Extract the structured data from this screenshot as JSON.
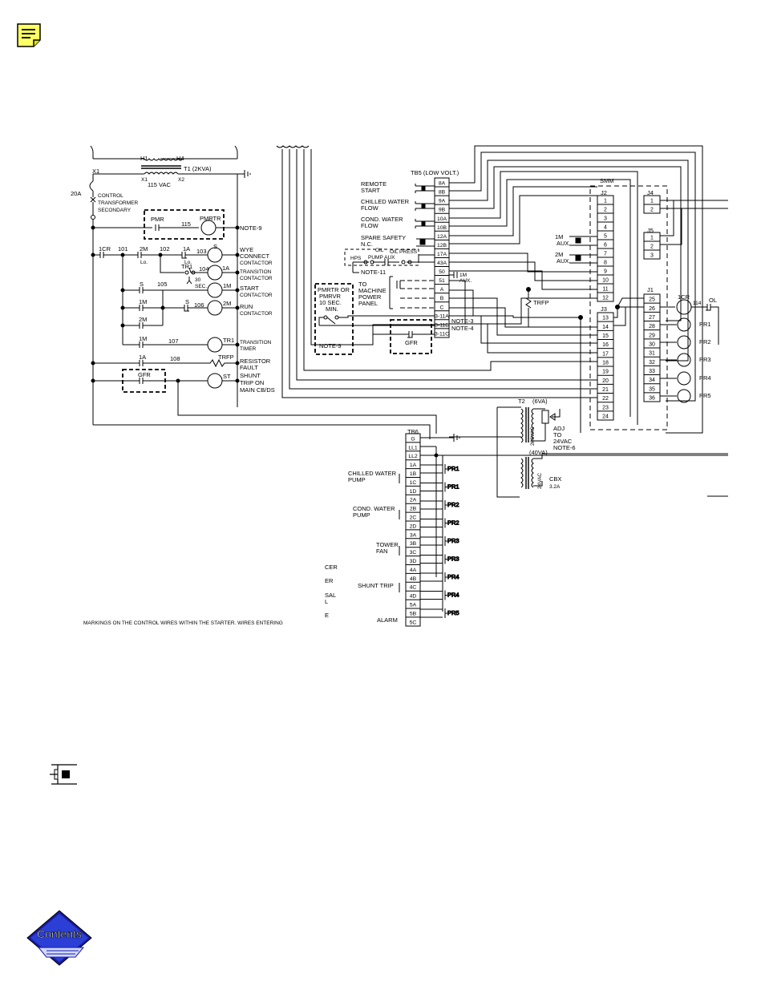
{
  "page": {
    "title": ""
  },
  "icons": {
    "note": "note-icon",
    "contents": "contents-diamond-icon",
    "legend": "terminal-symbol-icon"
  },
  "contents_button": {
    "label": "Contents"
  },
  "schematic": {
    "transformer": {
      "h1": "H1",
      "h4": "H4",
      "t1": "T1 (2KVA)",
      "x1_top": "X1",
      "x1": "X1",
      "x2": "X2",
      "volt": "115 VAC"
    },
    "fuse": "20A",
    "secondary_label": [
      "CONTROL",
      "TRANSFORMER",
      "SECONDARY"
    ],
    "pmr_box": {
      "pmr": "PMR",
      "n115": "115",
      "pmrtr": "PMRTR"
    },
    "note9": "NOTE-9",
    "rungs": {
      "cr1": "1CR",
      "n101": "101",
      "m2_lo": "2M",
      "lo1": "Lo.",
      "n102": "102",
      "a1": "1A",
      "lo2": "Lo.",
      "n103": "103",
      "s": "S",
      "tr1": "TR1",
      "n104": "104",
      "a1b": "1A",
      "sec30": "30",
      "sec": "SEC.",
      "s2": "S",
      "n105": "105",
      "m1": "1M",
      "m1b": "1M",
      "s3": "S",
      "n106": "106",
      "m2": "2M",
      "m2b": "2M",
      "m1c": "1M",
      "n107": "107",
      "tr1b": "TR1",
      "a1c": "1A",
      "n108": "108",
      "trfp": "TRFP",
      "gfr": "GFR",
      "st": "ST"
    },
    "coil_labels": {
      "wye": [
        "WYE",
        "CONNECT",
        "CONTACTOR"
      ],
      "transition": [
        "TRANSITION",
        "CONTACTOR"
      ],
      "start": [
        "START",
        "CONTACTOR"
      ],
      "run": [
        "RUN",
        "CONTACTOR"
      ],
      "timer": [
        "TRANSITION",
        "TIMER"
      ],
      "resistor": [
        "RESISTOR",
        "FAULT"
      ],
      "shunt": [
        "SHUNT",
        "TRIP ON",
        "MAIN CB/DS"
      ]
    },
    "tb5": {
      "title": "TB5 (LOW VOLT.)",
      "terminals": [
        "8A",
        "8B",
        "9A",
        "9B",
        "10A",
        "10B",
        "12A",
        "12B",
        "17A",
        "43A",
        "50",
        "51",
        "A",
        "B",
        "C",
        "3-11A",
        "3-11B",
        "3-11C"
      ],
      "inputs": [
        [
          "REMOTE",
          "START"
        ],
        [
          "CHILLED WATER",
          "FLOW"
        ],
        [
          "COND. WATER",
          "FLOW"
        ],
        [
          "SPARE SAFETY",
          "N.C."
        ]
      ],
      "hps": "HPS",
      "oil_pump_aux": [
        "OIL",
        "PUMP AUX"
      ],
      "oil_press": "OIL PRESS",
      "note11": "NOTE-11",
      "machine": [
        "TO",
        "MACHINE",
        "POWER",
        "PANEL"
      ],
      "m1aux": [
        "1M",
        "AUX."
      ],
      "note3": "NOTE-3",
      "note4": "NOTE-4",
      "trfp": "TRFP",
      "gfr": "GFR"
    },
    "pmrtr_box": {
      "lines": [
        "PMRTR OR",
        "PMRVR",
        "10 SEC.",
        "MIN."
      ],
      "note": "NOTE-9"
    },
    "smm": {
      "title": "SMM",
      "j2": "J2",
      "j2_pins": [
        "1",
        "2",
        "3",
        "4",
        "5",
        "6",
        "7",
        "8",
        "9",
        "10",
        "11",
        "12"
      ],
      "j3": "J3",
      "j3_pins": [
        "13",
        "14",
        "15",
        "16",
        "17",
        "18",
        "19",
        "20",
        "21",
        "22",
        "23",
        "24"
      ],
      "j4": "J4",
      "j4_pins": [
        "1",
        "2"
      ],
      "j5": "J5",
      "j5_pins": [
        "1",
        "2",
        "3"
      ],
      "j1": "J1",
      "j1_pins": [
        "25",
        "26",
        "27",
        "28",
        "29",
        "30",
        "31",
        "32",
        "33",
        "34",
        "35",
        "36"
      ],
      "aux1": [
        "1M",
        "AUX."
      ],
      "aux2": [
        "2M",
        "AUX."
      ],
      "cr1": "1CR",
      "n114": "114",
      "ol": "OL",
      "relays": [
        "PR1",
        "PR2",
        "PR3",
        "PR4",
        "PR5"
      ]
    },
    "t2": {
      "label": "T2",
      "va6": "(6VA)",
      "vac208": "208VAC",
      "adj": [
        "ADJ",
        "TO",
        "24VAC",
        "NOTE-6"
      ],
      "va40": "(40VA)",
      "vac24": "24VAC",
      "cbx": "CBX",
      "amp": "3.2A"
    },
    "tb6": {
      "title": "TB6",
      "terminals": [
        "G",
        "LL1",
        "LL2",
        "1A",
        "1B",
        "1C",
        "1D",
        "2A",
        "2B",
        "2C",
        "2D",
        "3A",
        "3B",
        "3C",
        "3D",
        "4A",
        "4B",
        "4C",
        "4D",
        "5A",
        "5B",
        "5C"
      ],
      "groups": [
        [
          "CHILLED WATER",
          "PUMP"
        ],
        [
          "COND. WATER",
          "PUMP"
        ],
        [
          "TOWER",
          "FAN"
        ],
        [
          "SHUNT TRIP"
        ],
        [
          "ALARM"
        ]
      ],
      "relays": [
        "PR1",
        "PR1",
        "PR2",
        "PR2",
        "PR3",
        "PR3",
        "PR4",
        "PR4",
        "PR5"
      ]
    },
    "fragments": [
      "CER",
      "ER",
      "SAL",
      "L",
      "E"
    ],
    "footnote": "MARKINGS ON THE CONTROL WIRES WITHIN THE STARTER.  WIRES ENTERING"
  }
}
